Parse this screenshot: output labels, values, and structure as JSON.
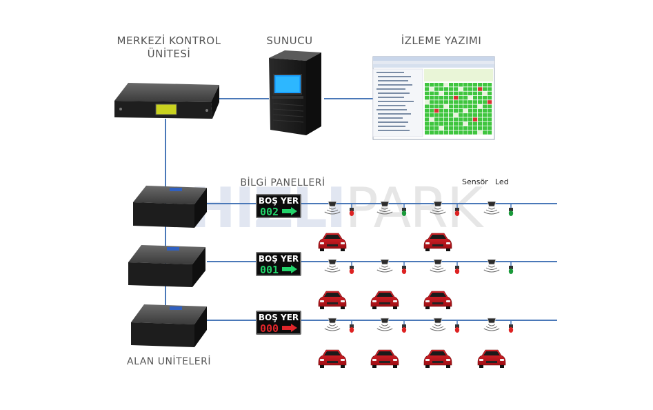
{
  "labels": {
    "central_unit": [
      "MERKEZİ KONTROL",
      "ÜNİTESİ"
    ],
    "server": "SUNUCU",
    "monitoring": "İZLEME YAZIMI",
    "info_panels": "BİLGİ PANELLERİ",
    "area_units": "ALAN UNİTELERİ",
    "sensor": "Sensör",
    "led": "Led"
  },
  "watermark": {
    "part1": "HIZLI",
    "part2": "PARK"
  },
  "panels": [
    {
      "title": "BOŞ YER",
      "count": "002",
      "color": "#22d36a"
    },
    {
      "title": "BOŞ YER",
      "count": "001",
      "color": "#22d36a"
    },
    {
      "title": "BOŞ YER",
      "count": "000",
      "color": "#e0262a"
    }
  ],
  "rows": [
    {
      "led_colors": [
        "#d22",
        "#1a9a3a",
        "#d22",
        "#1a9a3a"
      ],
      "cars": [
        true,
        false,
        true,
        false
      ]
    },
    {
      "led_colors": [
        "#d22",
        "#d22",
        "#d22",
        "#1a9a3a"
      ],
      "cars": [
        true,
        true,
        true,
        false
      ]
    },
    {
      "led_colors": [
        "#d22",
        "#d22",
        "#d22",
        "#d22"
      ],
      "cars": [
        true,
        true,
        true,
        true
      ]
    }
  ],
  "colors": {
    "line": "#4a78b8",
    "led_red": "#d22",
    "led_green": "#1a9a3a"
  }
}
